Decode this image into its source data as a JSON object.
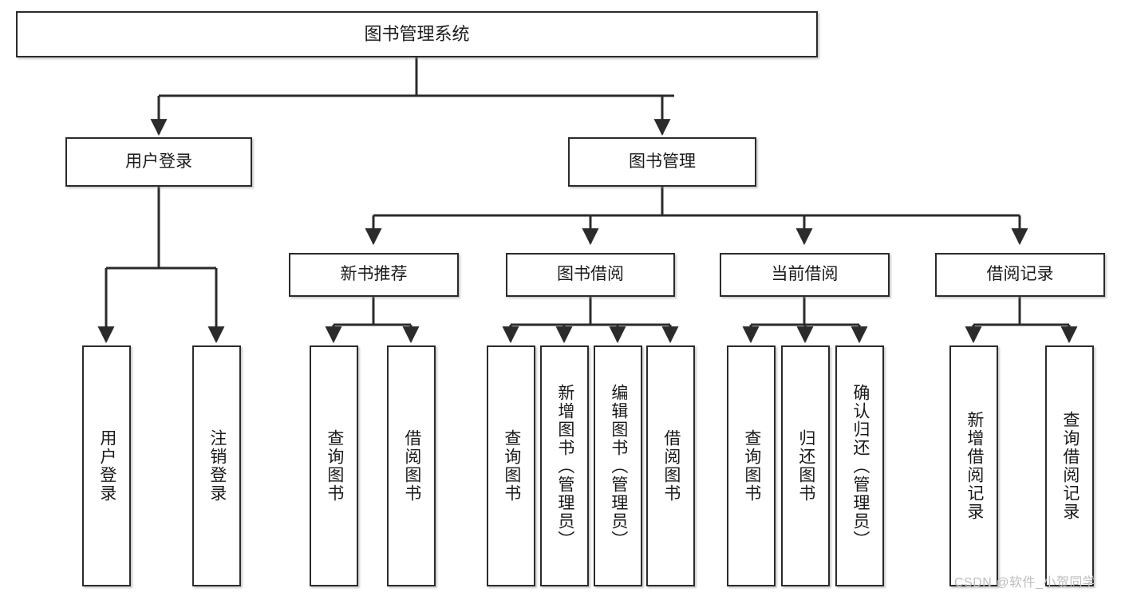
{
  "diagram": {
    "title": "图书管理系统",
    "type": "tree-hierarchy-diagram",
    "root": {
      "label": "图书管理系统"
    },
    "level2": [
      {
        "label": "用户登录"
      },
      {
        "label": "图书管理"
      }
    ],
    "level3": [
      {
        "label": "新书推荐"
      },
      {
        "label": "图书借阅"
      },
      {
        "label": "当前借阅"
      },
      {
        "label": "借阅记录"
      }
    ],
    "leaves": {
      "user_login": [
        {
          "label": "用户登录"
        },
        {
          "label": "注销登录"
        }
      ],
      "new_book_recommend": [
        {
          "label": "查询图书"
        },
        {
          "label": "借阅图书"
        }
      ],
      "book_borrow": [
        {
          "label": "查询图书"
        },
        {
          "label": "新增图书（管理员）"
        },
        {
          "label": "编辑图书（管理员）"
        },
        {
          "label": "借阅图书"
        }
      ],
      "current_borrow": [
        {
          "label": "查询图书"
        },
        {
          "label": "归还图书"
        },
        {
          "label": "确认归还（管理员）"
        }
      ],
      "borrow_record": [
        {
          "label": "新增借阅记录"
        },
        {
          "label": "查询借阅记录"
        }
      ]
    }
  },
  "watermark": {
    "text": "CSDN @软件_小贺同学"
  },
  "colors": {
    "stroke": "#2b2b2b",
    "fill": "#ffffff",
    "text": "#1a1a1a",
    "watermark": "#bdbdbd"
  }
}
